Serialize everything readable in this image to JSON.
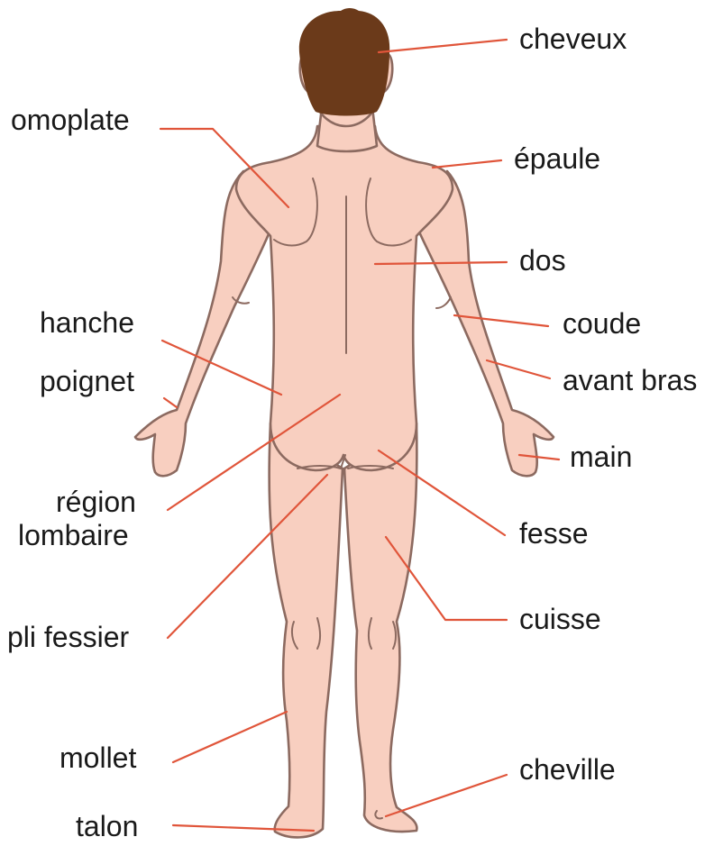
{
  "colors": {
    "skin": "#f8cfc0",
    "outline": "#8c6a60",
    "hair": "#6b3a1a",
    "leader": "#e0553a",
    "text": "#1a1a1a"
  },
  "labels": {
    "cheveux": "cheveux",
    "omoplate": "omoplate",
    "epaule": "épaule",
    "dos": "dos",
    "hanche": "hanche",
    "coude": "coude",
    "poignet": "poignet",
    "avant_bras": "avant bras",
    "main": "main",
    "region_1": "région",
    "region_2": "lombaire",
    "fesse": "fesse",
    "cuisse": "cuisse",
    "pli_fessier": "pli fessier",
    "mollet": "mollet",
    "cheville": "cheville",
    "talon": "talon"
  }
}
